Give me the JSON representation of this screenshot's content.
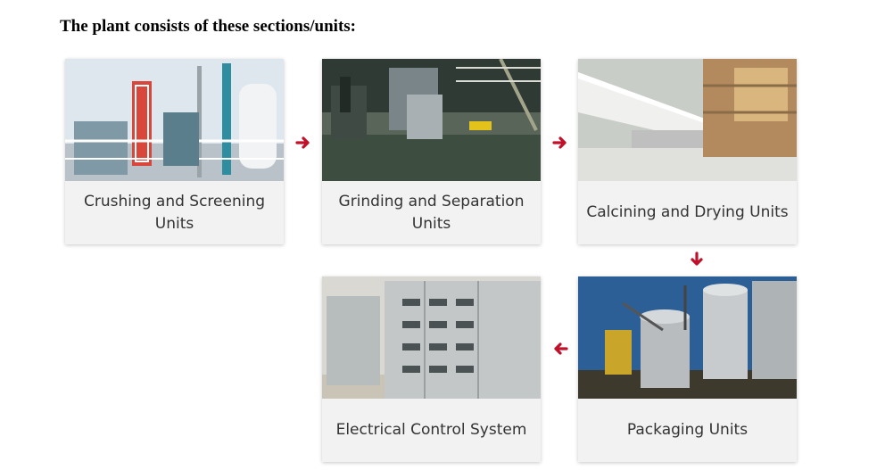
{
  "heading": "The plant consists of these sections/units:",
  "accent_color": "#c0102a",
  "cards": [
    {
      "label": "Crushing and Screening Units",
      "image": "industrial-crushing-plant-photo"
    },
    {
      "label": "Grinding and Separation Units",
      "image": "mill-factory-interior-photo"
    },
    {
      "label": "Calcining and Drying Units",
      "image": "rotary-kiln-photo"
    },
    {
      "label": "Packaging Units",
      "image": "storage-silos-photo"
    },
    {
      "label": "Electrical Control System",
      "image": "control-cabinets-photo"
    }
  ],
  "flow_arrows": [
    "right",
    "right",
    "down",
    "left"
  ]
}
